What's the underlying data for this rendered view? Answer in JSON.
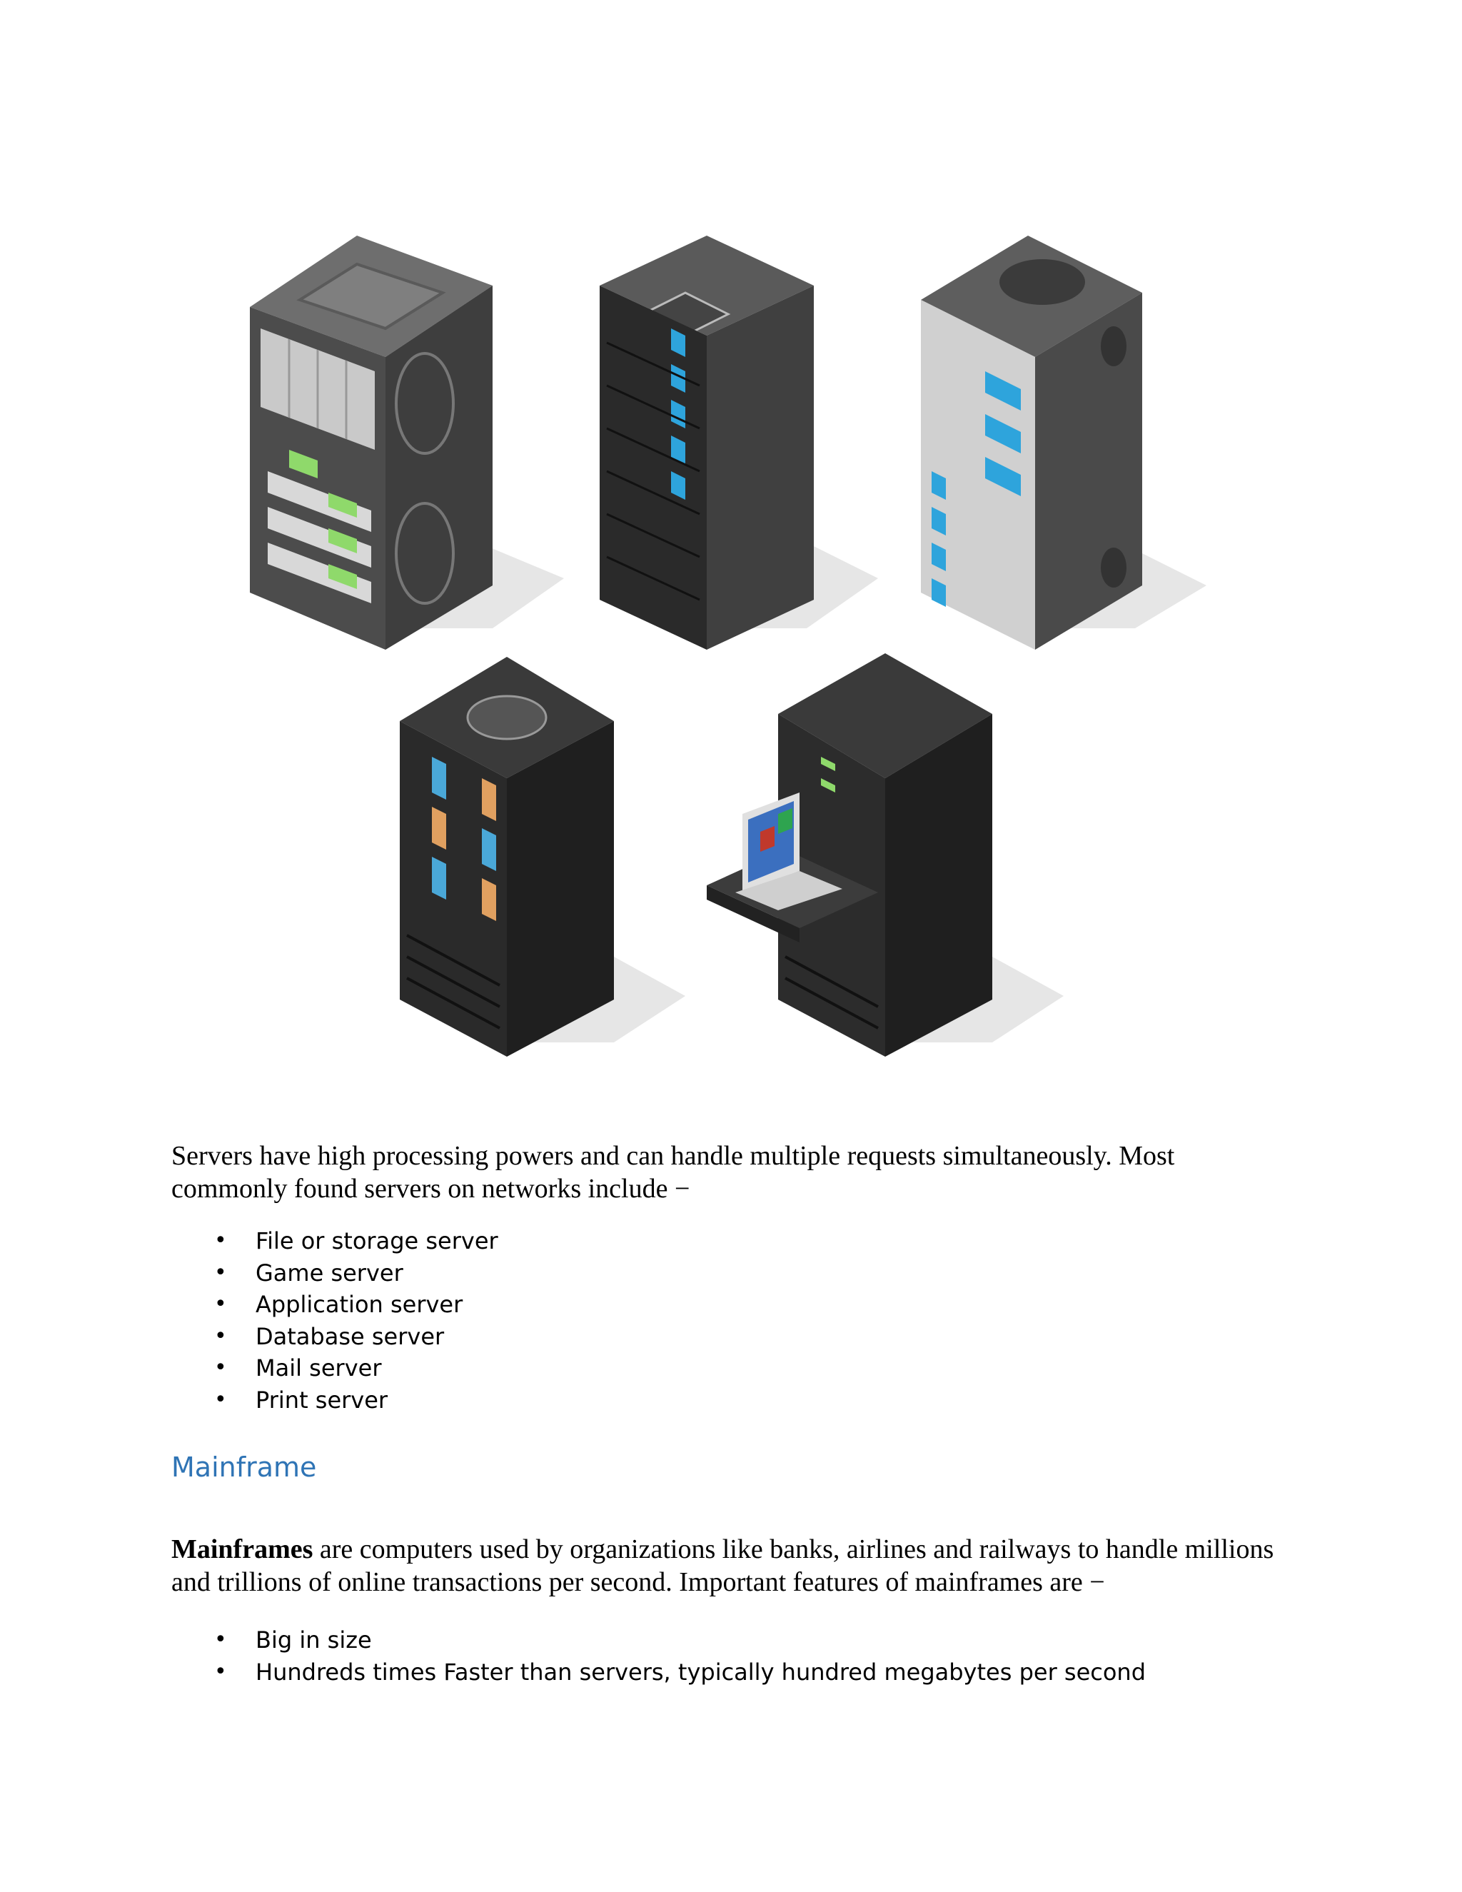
{
  "illustration": {
    "subject": "isometric server racks",
    "icon": "server-rack-icon",
    "colors": {
      "dark": "#2b2b2b",
      "mid": "#555555",
      "light": "#c8c8c8",
      "accent_blue": "#2ea4dc",
      "accent_green": "#8fd96b"
    }
  },
  "servers_section": {
    "intro": "Servers have high processing powers and can handle multiple requests simultaneously. Most commonly found servers on networks include −",
    "list": [
      "File or storage server",
      "Game server",
      "Application server",
      "Database server",
      "Mail server",
      "Print server"
    ]
  },
  "mainframe_section": {
    "heading": "Mainframe",
    "intro_bold": "Mainframes",
    "intro_rest": " are computers used by organizations like banks, airlines and railways to handle millions and trillions of online transactions per second. Important features of mainframes are −",
    "list": [
      "Big in size",
      "Hundreds times Faster than servers, typically hundred megabytes per second"
    ]
  },
  "bullet_glyph": "•",
  "heading_color": "#2f74b5"
}
